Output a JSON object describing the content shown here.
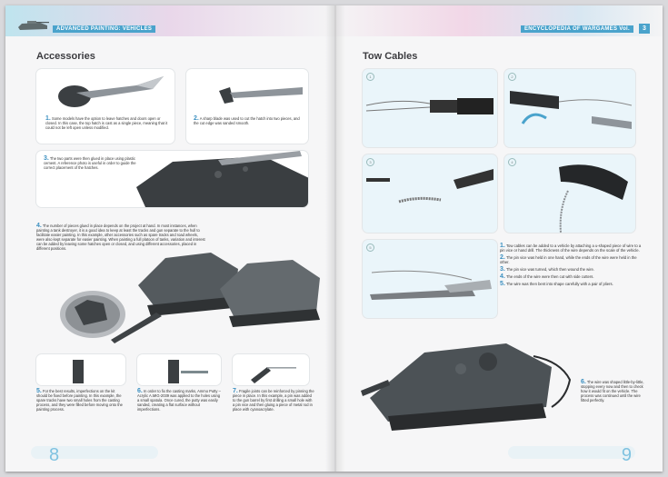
{
  "left_page": {
    "header": "ADVANCED PAINTING: VEHICLES",
    "section_title": "Accessories",
    "page_number": "8",
    "steps": [
      {
        "num": "1.",
        "text": "Some models have the option to leave hatches and doors open or closed. In this case, the top hatch is cast as a single piece, meaning that it could not be left open unless modified."
      },
      {
        "num": "2.",
        "text": "A sharp blade was used to cut the hatch into two pieces, and the cut edge was sanded smooth."
      },
      {
        "num": "3.",
        "text": "The two parts were then glued in place using plastic cement. A reference photo is useful in order to guide the correct placement of the hatches."
      },
      {
        "num": "4.",
        "text": "The number of pieces glued in place depends on the project at hand. In most instances, when painting a tank destroyer, it is a good idea to keep at least the tracks and gun separate to the hull to facilitate easier painting. In this example, other accessories such as spare tracks and road wheels, were also kept separate for easier painting. When painting a full platoon of tanks, variation and interest can be added by leaving some hatches open or closed, and using different accessories, placed in different positions."
      },
      {
        "num": "5.",
        "text": "For the best results, imperfections on the kit should be fixed before painting. In this example, the spare tracks have two small holes from the casting process, and they were filled before moving onto the painting process."
      },
      {
        "num": "6.",
        "text": "In order to fix the casting marks, Ammo Putty – Acrylic A.MIG-2039 was applied to the holes using a small spatula. Once cured, the putty was easily sanded, creating a flat surface without imperfections."
      },
      {
        "num": "7.",
        "text": "Fragile joints can be reinforced by pinning the piece in place. In this example, a pin was added to the gun barrel by first drilling a small hole with a pin vice and then gluing a piece of metal rod in place with cyanoacrylate."
      }
    ]
  },
  "right_page": {
    "header": "ENCYCLOPEDIA OF WARGAMES",
    "volume_label": "Vol.",
    "volume_number": "3",
    "section_title": "Tow Cables",
    "page_number": "9",
    "plate_numbers": [
      "1",
      "2",
      "3",
      "4",
      "5"
    ],
    "steps": [
      {
        "num": "1.",
        "text": "Tow cables can be added to a vehicle by attaching a u-shaped piece of wire to a pin vice or hand drill. The thickness of the wire depends on the scale of the vehicle."
      },
      {
        "num": "2.",
        "text": "The pin vice was held in one hand, while the ends of the wire were held in the other."
      },
      {
        "num": "3.",
        "text": "The pin vice was turned, which then wound the wire."
      },
      {
        "num": "4.",
        "text": "The ends of the wire were then cut with side cutters."
      },
      {
        "num": "5.",
        "text": "The wire was then bent into shape carefully with a pair of pliers."
      },
      {
        "num": "6.",
        "text": "The wire was shaped little-by-little, stopping every now and then to check how it would fit on the vehicle. The process was continued until the wire fitted perfectly."
      }
    ]
  }
}
